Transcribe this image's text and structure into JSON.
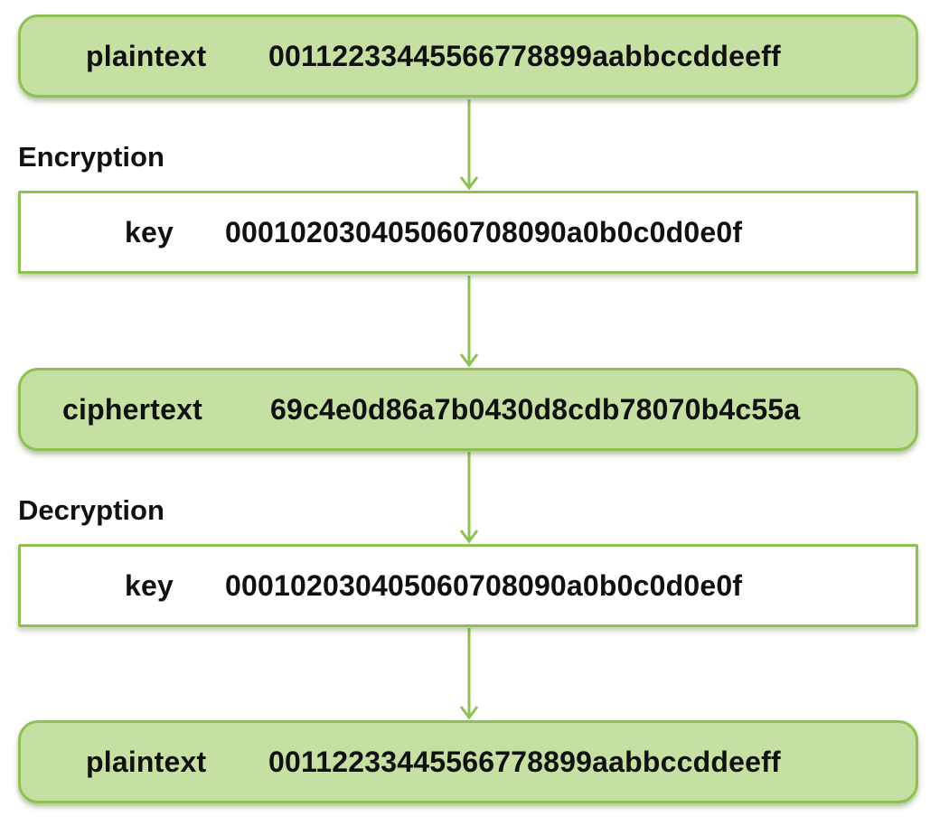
{
  "steps": [
    {
      "label": "plaintext",
      "value": "00112233445566778899aabbccddeeff"
    },
    {
      "label": "key",
      "value": "000102030405060708090a0b0c0d0e0f"
    },
    {
      "label": "ciphertext",
      "value": "69c4e0d86a7b0430d8cdb78070b4c55a"
    },
    {
      "label": "key",
      "value": "000102030405060708090a0b0c0d0e0f"
    },
    {
      "label": "plaintext",
      "value": "00112233445566778899aabbccddeeff"
    }
  ],
  "sections": {
    "encryption": "Encryption",
    "decryption": "Decryption"
  },
  "colors": {
    "box_fill": "#c6e0a3",
    "box_border": "#8ec052",
    "arrow": "#8ec052"
  }
}
